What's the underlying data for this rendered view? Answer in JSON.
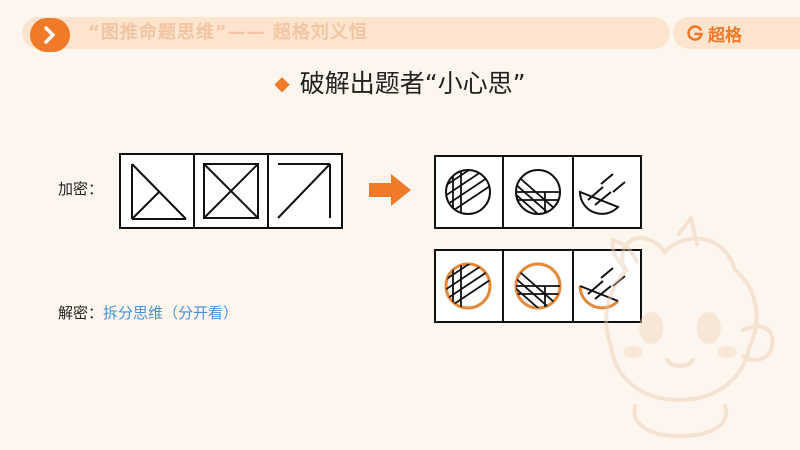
{
  "header": {
    "title": "“图推命题思维”—— 超格刘义恒",
    "brand_name": "超格"
  },
  "heading": "破解出题者“小心思”",
  "encrypt_label": "加密：",
  "decrypt_label": "解密：",
  "decrypt_method": "拆分思维（分开看）",
  "colors": {
    "accent": "#f07a28",
    "header_pill": "#fde4cf",
    "header_text": "#f2c6a3",
    "link_blue": "#4a90d9",
    "background": "#fdf6ee",
    "highlight_circle": "#e4883a"
  }
}
